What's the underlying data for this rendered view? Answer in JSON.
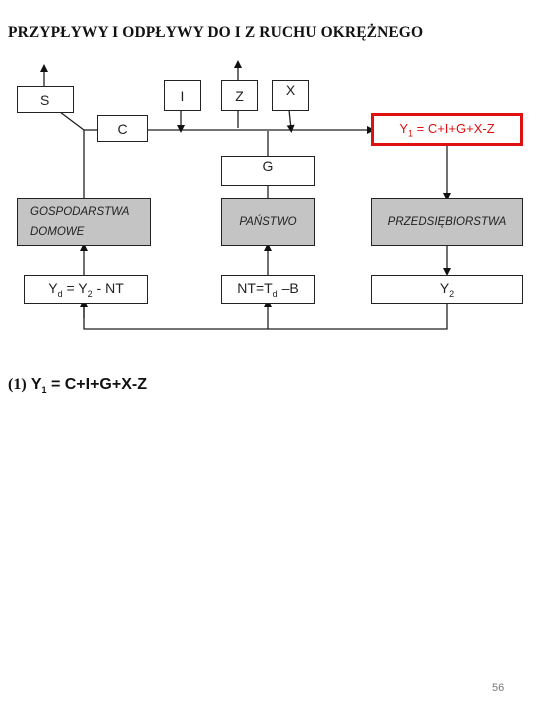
{
  "title": "PRZYPŁYWY I ODPŁYWY DO I Z RUCHU OKRĘŻNEGO",
  "boxes": {
    "s": "S",
    "i": "I",
    "z": "Z",
    "x": "X",
    "c": "C",
    "y1_prefix": "Y",
    "y1_sub": "1",
    "y1_rest": " = C+I+G+X-Z",
    "g": "G",
    "gospodarstwa_line1": "GOSPODARSTWA",
    "gospodarstwa_line2": "DOMOWE",
    "panstwo": "PAŃSTWO",
    "przedsiebiorstwa": "PRZEDSIĘBIORSTWA",
    "yd_prefix": "Y",
    "yd_sub": "d",
    "yd_mid": " = Y",
    "yd_sub2": "2",
    "yd_rest": " - NT",
    "nt_prefix": "NT=T",
    "nt_sub": "d",
    "nt_rest": " –B",
    "y2_prefix": "Y",
    "y2_sub": "2"
  },
  "equation": {
    "number": "(1)",
    "prefix": " Y",
    "sub": "1",
    "rest": " = C+I+G+X-Z"
  },
  "page_number": "56"
}
